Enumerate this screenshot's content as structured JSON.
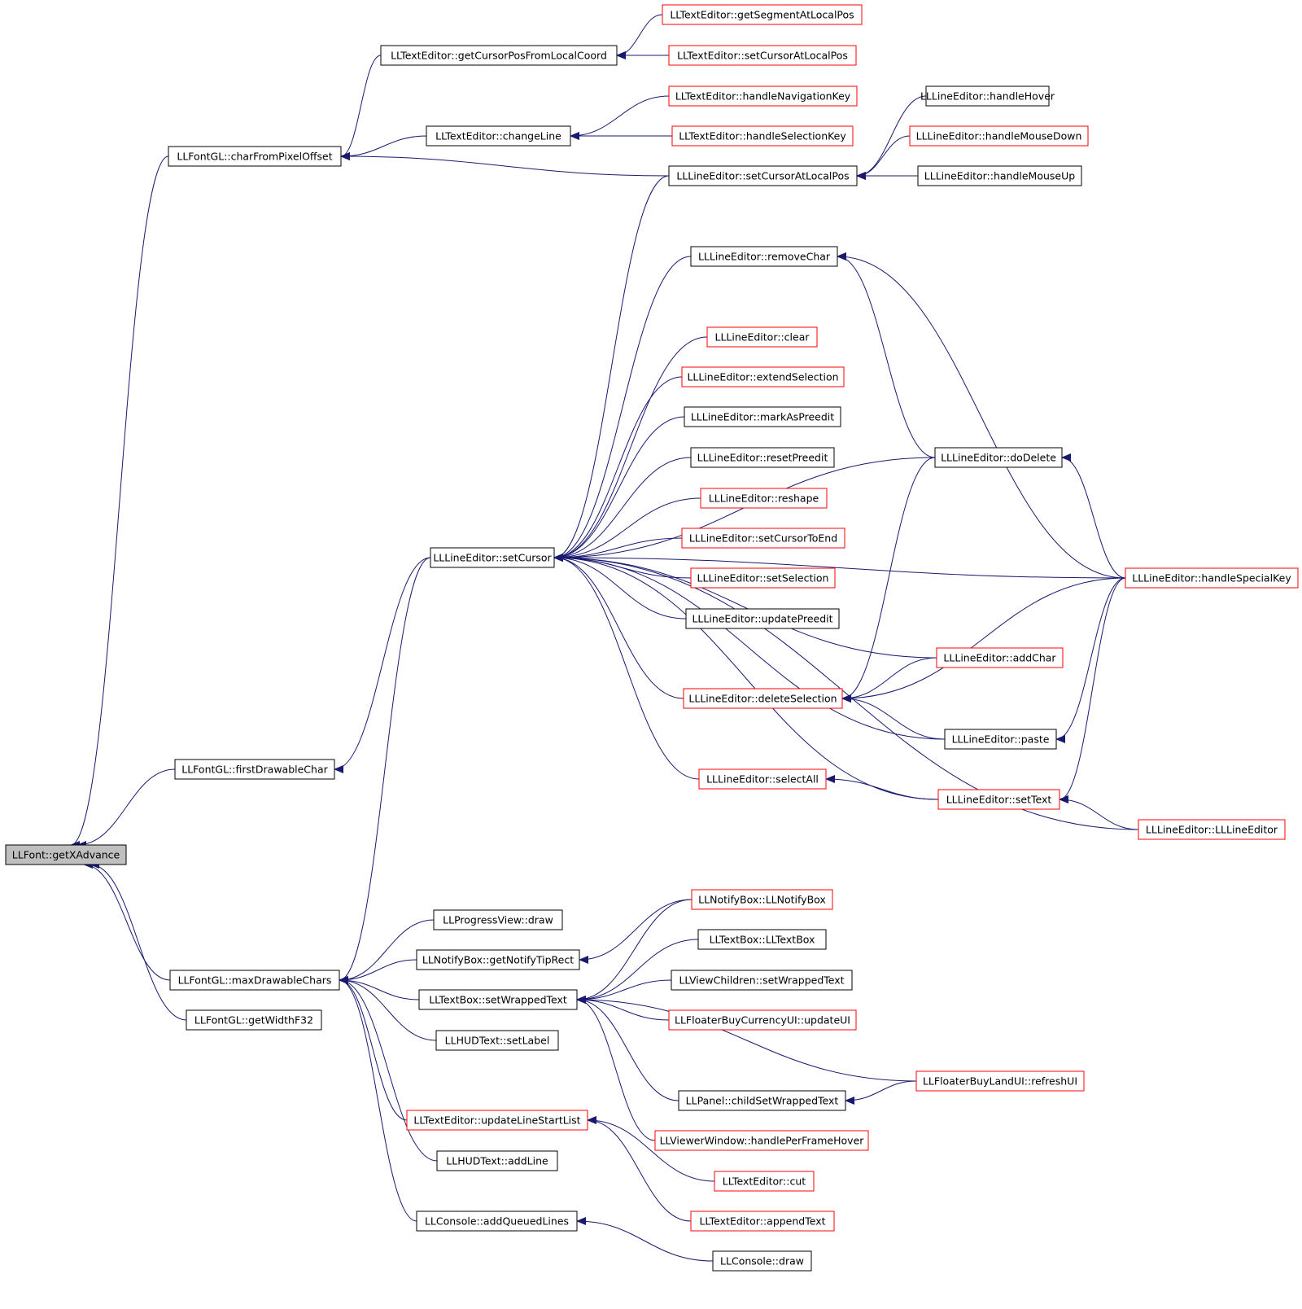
{
  "colors": {
    "edge": "#191970",
    "arrow": "#191970",
    "border_black": "#000000",
    "border_red": "#ff0000",
    "root_fill": "#bfbfbf",
    "node_fill": "#ffffff"
  },
  "nodes": {
    "root": {
      "label": "LLFont::getXAdvance",
      "border": "black",
      "root": true
    },
    "charFromPixelOffset": {
      "label": "LLFontGL::charFromPixelOffset",
      "border": "black"
    },
    "firstDrawableChar": {
      "label": "LLFontGL::firstDrawableChar",
      "border": "black"
    },
    "maxDrawableChars": {
      "label": "LLFontGL::maxDrawableChars",
      "border": "black"
    },
    "getWidthF32": {
      "label": "LLFontGL::getWidthF32",
      "border": "black"
    },
    "getCursorPosFromLocalCoord": {
      "label": "LLTextEditor::getCursorPosFromLocalCoord",
      "border": "black"
    },
    "changeLine": {
      "label": "LLTextEditor::changeLine",
      "border": "black"
    },
    "setCursor": {
      "label": "LLLineEditor::setCursor",
      "border": "black"
    },
    "progressDraw": {
      "label": "LLProgressView::draw",
      "border": "black"
    },
    "getNotifyTipRect": {
      "label": "LLNotifyBox::getNotifyTipRect",
      "border": "black"
    },
    "tbSetWrappedText": {
      "label": "LLTextBox::setWrappedText",
      "border": "black"
    },
    "hudSetLabel": {
      "label": "LLHUDText::setLabel",
      "border": "black"
    },
    "updateLineStartList": {
      "label": "LLTextEditor::updateLineStartList",
      "border": "red"
    },
    "hudAddLine": {
      "label": "LLHUDText::addLine",
      "border": "black"
    },
    "addQueuedLines": {
      "label": "LLConsole::addQueuedLines",
      "border": "black"
    },
    "getSegmentAtLocalPos": {
      "label": "LLTextEditor::getSegmentAtLocalPos",
      "border": "red"
    },
    "teSetCursorAtLocalPos": {
      "label": "LLTextEditor::setCursorAtLocalPos",
      "border": "red"
    },
    "handleNavigationKey": {
      "label": "LLTextEditor::handleNavigationKey",
      "border": "red"
    },
    "handleSelectionKey": {
      "label": "LLTextEditor::handleSelectionKey",
      "border": "red"
    },
    "leSetCursorAtLocalPos": {
      "label": "LLLineEditor::setCursorAtLocalPos",
      "border": "black"
    },
    "handleHover": {
      "label": "LLLineEditor::handleHover",
      "border": "black"
    },
    "handleMouseDown": {
      "label": "LLLineEditor::handleMouseDown",
      "border": "red"
    },
    "handleMouseUp": {
      "label": "LLLineEditor::handleMouseUp",
      "border": "black"
    },
    "removeChar": {
      "label": "LLLineEditor::removeChar",
      "border": "black"
    },
    "clear": {
      "label": "LLLineEditor::clear",
      "border": "red"
    },
    "extendSelection": {
      "label": "LLLineEditor::extendSelection",
      "border": "red"
    },
    "markAsPreedit": {
      "label": "LLLineEditor::markAsPreedit",
      "border": "black"
    },
    "resetPreedit": {
      "label": "LLLineEditor::resetPreedit",
      "border": "black"
    },
    "reshape": {
      "label": "LLLineEditor::reshape",
      "border": "red"
    },
    "setCursorToEnd": {
      "label": "LLLineEditor::setCursorToEnd",
      "border": "red"
    },
    "setSelection": {
      "label": "LLLineEditor::setSelection",
      "border": "red"
    },
    "updatePreedit": {
      "label": "LLLineEditor::updatePreedit",
      "border": "black"
    },
    "addChar": {
      "label": "LLLineEditor::addChar",
      "border": "red"
    },
    "deleteSelection": {
      "label": "LLLineEditor::deleteSelection",
      "border": "red"
    },
    "paste": {
      "label": "LLLineEditor::paste",
      "border": "black"
    },
    "selectAll": {
      "label": "LLLineEditor::selectAll",
      "border": "red"
    },
    "setText": {
      "label": "LLLineEditor::setText",
      "border": "red"
    },
    "doDelete": {
      "label": "LLLineEditor::doDelete",
      "border": "black"
    },
    "handleSpecialKey": {
      "label": "LLLineEditor::handleSpecialKey",
      "border": "red"
    },
    "llLineEditorCtor": {
      "label": "LLLineEditor::LLLineEditor",
      "border": "red"
    },
    "notifyBoxCtor": {
      "label": "LLNotifyBox::LLNotifyBox",
      "border": "red"
    },
    "textBoxCtor": {
      "label": "LLTextBox::LLTextBox",
      "border": "black"
    },
    "vcSetWrappedText": {
      "label": "LLViewChildren::setWrappedText",
      "border": "black"
    },
    "buyCurrencyUpdateUI": {
      "label": "LLFloaterBuyCurrencyUI::updateUI",
      "border": "red"
    },
    "buyLandRefreshUI": {
      "label": "LLFloaterBuyLandUI::refreshUI",
      "border": "red"
    },
    "childSetWrappedText": {
      "label": "LLPanel::childSetWrappedText",
      "border": "black"
    },
    "handlePerFrameHover": {
      "label": "LLViewerWindow::handlePerFrameHover",
      "border": "red"
    },
    "teCut": {
      "label": "LLTextEditor::cut",
      "border": "red"
    },
    "appendText": {
      "label": "LLTextEditor::appendText",
      "border": "red"
    },
    "consoleDraw": {
      "label": "LLConsole::draw",
      "border": "black"
    }
  },
  "edges": [
    [
      "charFromPixelOffset",
      "root"
    ],
    [
      "firstDrawableChar",
      "root"
    ],
    [
      "maxDrawableChars",
      "root"
    ],
    [
      "getWidthF32",
      "root"
    ],
    [
      "getCursorPosFromLocalCoord",
      "charFromPixelOffset"
    ],
    [
      "changeLine",
      "charFromPixelOffset"
    ],
    [
      "leSetCursorAtLocalPos",
      "charFromPixelOffset"
    ],
    [
      "getSegmentAtLocalPos",
      "getCursorPosFromLocalCoord"
    ],
    [
      "teSetCursorAtLocalPos",
      "getCursorPosFromLocalCoord"
    ],
    [
      "handleNavigationKey",
      "changeLine"
    ],
    [
      "handleSelectionKey",
      "changeLine"
    ],
    [
      "handleHover",
      "leSetCursorAtLocalPos"
    ],
    [
      "handleMouseDown",
      "leSetCursorAtLocalPos"
    ],
    [
      "handleMouseUp",
      "leSetCursorAtLocalPos"
    ],
    [
      "setCursor",
      "firstDrawableChar"
    ],
    [
      "setCursor",
      "maxDrawableChars"
    ],
    [
      "leSetCursorAtLocalPos",
      "setCursor"
    ],
    [
      "handleSpecialKey",
      "setCursor"
    ],
    [
      "removeChar",
      "setCursor"
    ],
    [
      "doDelete",
      "setCursor"
    ],
    [
      "clear",
      "setCursor"
    ],
    [
      "extendSelection",
      "setCursor"
    ],
    [
      "markAsPreedit",
      "setCursor"
    ],
    [
      "resetPreedit",
      "setCursor"
    ],
    [
      "reshape",
      "setCursor"
    ],
    [
      "setCursorToEnd",
      "setCursor"
    ],
    [
      "setSelection",
      "setCursor"
    ],
    [
      "updatePreedit",
      "setCursor"
    ],
    [
      "addChar",
      "setCursor"
    ],
    [
      "deleteSelection",
      "setCursor"
    ],
    [
      "paste",
      "setCursor"
    ],
    [
      "selectAll",
      "setCursor"
    ],
    [
      "setText",
      "setCursor"
    ],
    [
      "llLineEditorCtor",
      "setCursor"
    ],
    [
      "doDelete",
      "removeChar"
    ],
    [
      "handleSpecialKey",
      "removeChar"
    ],
    [
      "doDelete",
      "deleteSelection"
    ],
    [
      "addChar",
      "deleteSelection"
    ],
    [
      "handleSpecialKey",
      "deleteSelection"
    ],
    [
      "paste",
      "deleteSelection"
    ],
    [
      "handleSpecialKey",
      "doDelete"
    ],
    [
      "handleSpecialKey",
      "paste"
    ],
    [
      "handleSpecialKey",
      "setText"
    ],
    [
      "setText",
      "selectAll"
    ],
    [
      "llLineEditorCtor",
      "setText"
    ],
    [
      "progressDraw",
      "maxDrawableChars"
    ],
    [
      "getNotifyTipRect",
      "maxDrawableChars"
    ],
    [
      "tbSetWrappedText",
      "maxDrawableChars"
    ],
    [
      "hudSetLabel",
      "maxDrawableChars"
    ],
    [
      "updateLineStartList",
      "maxDrawableChars"
    ],
    [
      "hudAddLine",
      "maxDrawableChars"
    ],
    [
      "addQueuedLines",
      "maxDrawableChars"
    ],
    [
      "notifyBoxCtor",
      "getNotifyTipRect"
    ],
    [
      "notifyBoxCtor",
      "tbSetWrappedText"
    ],
    [
      "textBoxCtor",
      "tbSetWrappedText"
    ],
    [
      "vcSetWrappedText",
      "tbSetWrappedText"
    ],
    [
      "buyCurrencyUpdateUI",
      "tbSetWrappedText"
    ],
    [
      "buyLandRefreshUI",
      "tbSetWrappedText"
    ],
    [
      "childSetWrappedText",
      "tbSetWrappedText"
    ],
    [
      "handlePerFrameHover",
      "tbSetWrappedText"
    ],
    [
      "buyLandRefreshUI",
      "childSetWrappedText"
    ],
    [
      "teCut",
      "updateLineStartList"
    ],
    [
      "appendText",
      "updateLineStartList"
    ],
    [
      "consoleDraw",
      "addQueuedLines"
    ]
  ]
}
